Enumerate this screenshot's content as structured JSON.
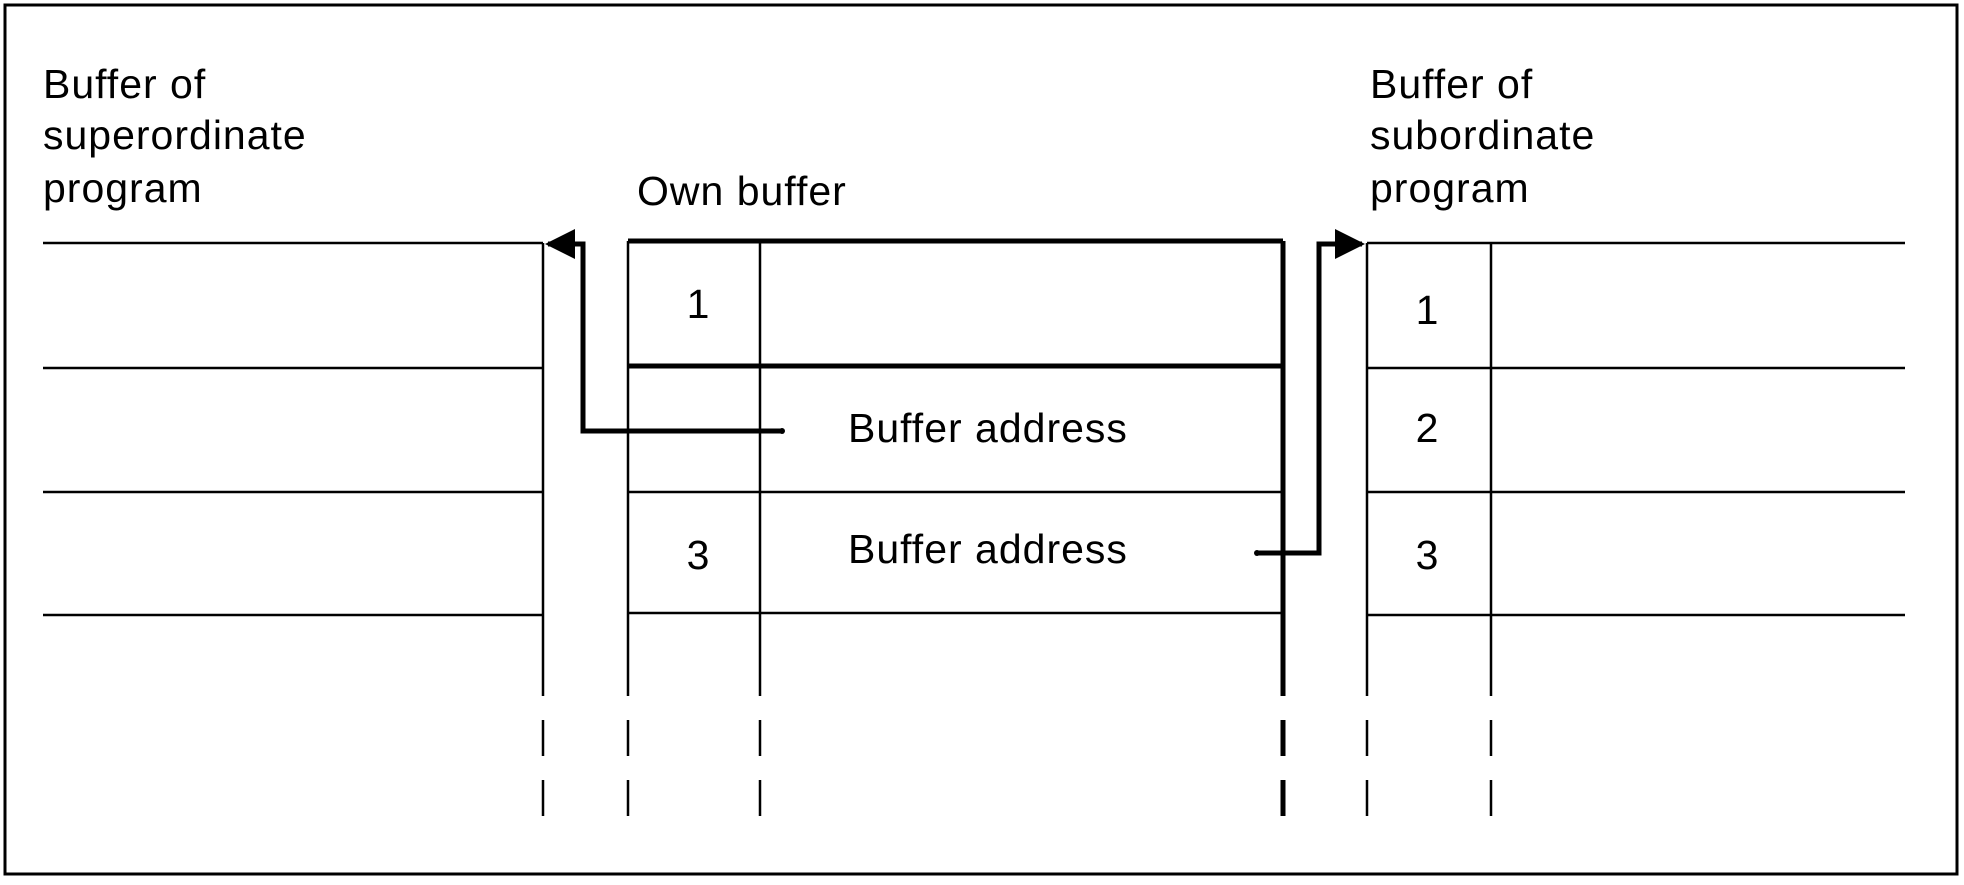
{
  "superordinate_buffer": {
    "label_lines": [
      "Buffer of",
      "superordinate",
      "program"
    ]
  },
  "own_buffer": {
    "label": "Own buffer",
    "rows": [
      {
        "number": "1",
        "content": ""
      },
      {
        "number": "",
        "content": "Buffer address"
      },
      {
        "number": "3",
        "content": "Buffer address"
      }
    ]
  },
  "subordinate_buffer": {
    "label_lines": [
      "Buffer of",
      "subordinate",
      "program"
    ],
    "rows": [
      {
        "number": "1"
      },
      {
        "number": "2"
      },
      {
        "number": "3"
      }
    ]
  },
  "colors": {
    "line": "#000000",
    "background": "#ffffff"
  }
}
